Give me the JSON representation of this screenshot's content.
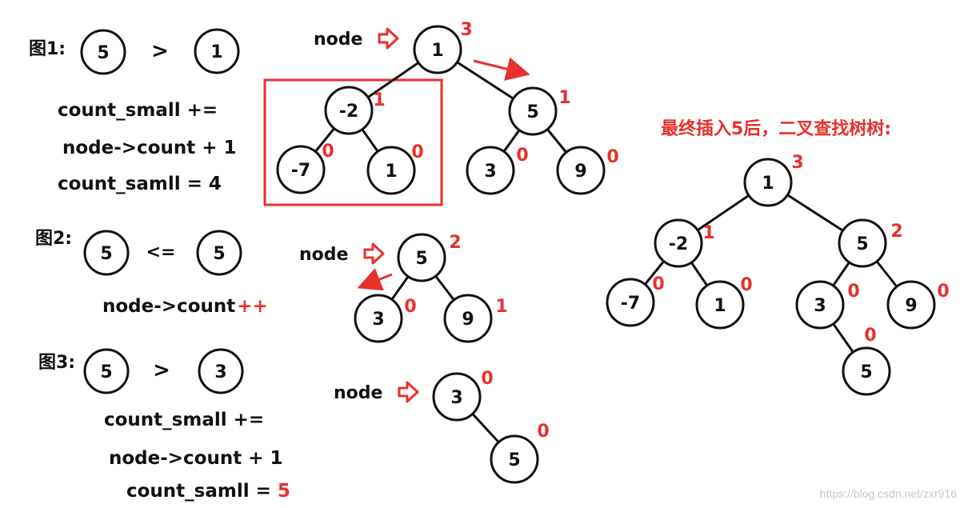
{
  "colors": {
    "ink": "#111111",
    "accent": "#e8302c",
    "watermark": "#c8c8c8"
  },
  "fig1": {
    "label": "图1:",
    "left_value": "5",
    "operator": ">",
    "right_value": "1",
    "line1": "count_small +=",
    "line2": "node->count + 1",
    "line3": "count_samll = 4"
  },
  "fig2": {
    "label": "图2:",
    "left_value": "5",
    "operator": "<=",
    "right_value": "5",
    "line1_text": "node->count",
    "line1_suffix": "++"
  },
  "fig3": {
    "label": "图3:",
    "left_value": "5",
    "operator": ">",
    "right_value": "3",
    "line1": "count_small +=",
    "line2": "node->count + 1",
    "line3_text": "count_samll = ",
    "line3_value": "5"
  },
  "node_pointer_label": "node",
  "trees": {
    "tree1": {
      "nodes": {
        "root": {
          "value": "1",
          "count": "3"
        },
        "l": {
          "value": "-2",
          "count": "1"
        },
        "r": {
          "value": "5",
          "count": "1"
        },
        "ll": {
          "value": "-7",
          "count": "0"
        },
        "lr": {
          "value": "1",
          "count": "0"
        },
        "rl": {
          "value": "3",
          "count": "0"
        },
        "rr": {
          "value": "9",
          "count": "0"
        }
      }
    },
    "tree2": {
      "nodes": {
        "root": {
          "value": "5",
          "count": "2"
        },
        "l": {
          "value": "3",
          "count": "0"
        },
        "r": {
          "value": "9",
          "count": "1"
        }
      }
    },
    "tree3": {
      "nodes": {
        "root": {
          "value": "3",
          "count": "0"
        },
        "r": {
          "value": "5",
          "count": "0"
        }
      }
    },
    "final": {
      "title": "最终插入5后，二叉查找树树:",
      "nodes": {
        "root": {
          "value": "1",
          "count": "3"
        },
        "l": {
          "value": "-2",
          "count": "1"
        },
        "r": {
          "value": "5",
          "count": "2"
        },
        "ll": {
          "value": "-7",
          "count": "0"
        },
        "lr": {
          "value": "1",
          "count": "0"
        },
        "rl": {
          "value": "3",
          "count": "0"
        },
        "rr": {
          "value": "9",
          "count": "0"
        },
        "rlr": {
          "value": "5",
          "count": "0"
        }
      }
    }
  },
  "watermark": "https://blog.csdn.net/zxr916"
}
